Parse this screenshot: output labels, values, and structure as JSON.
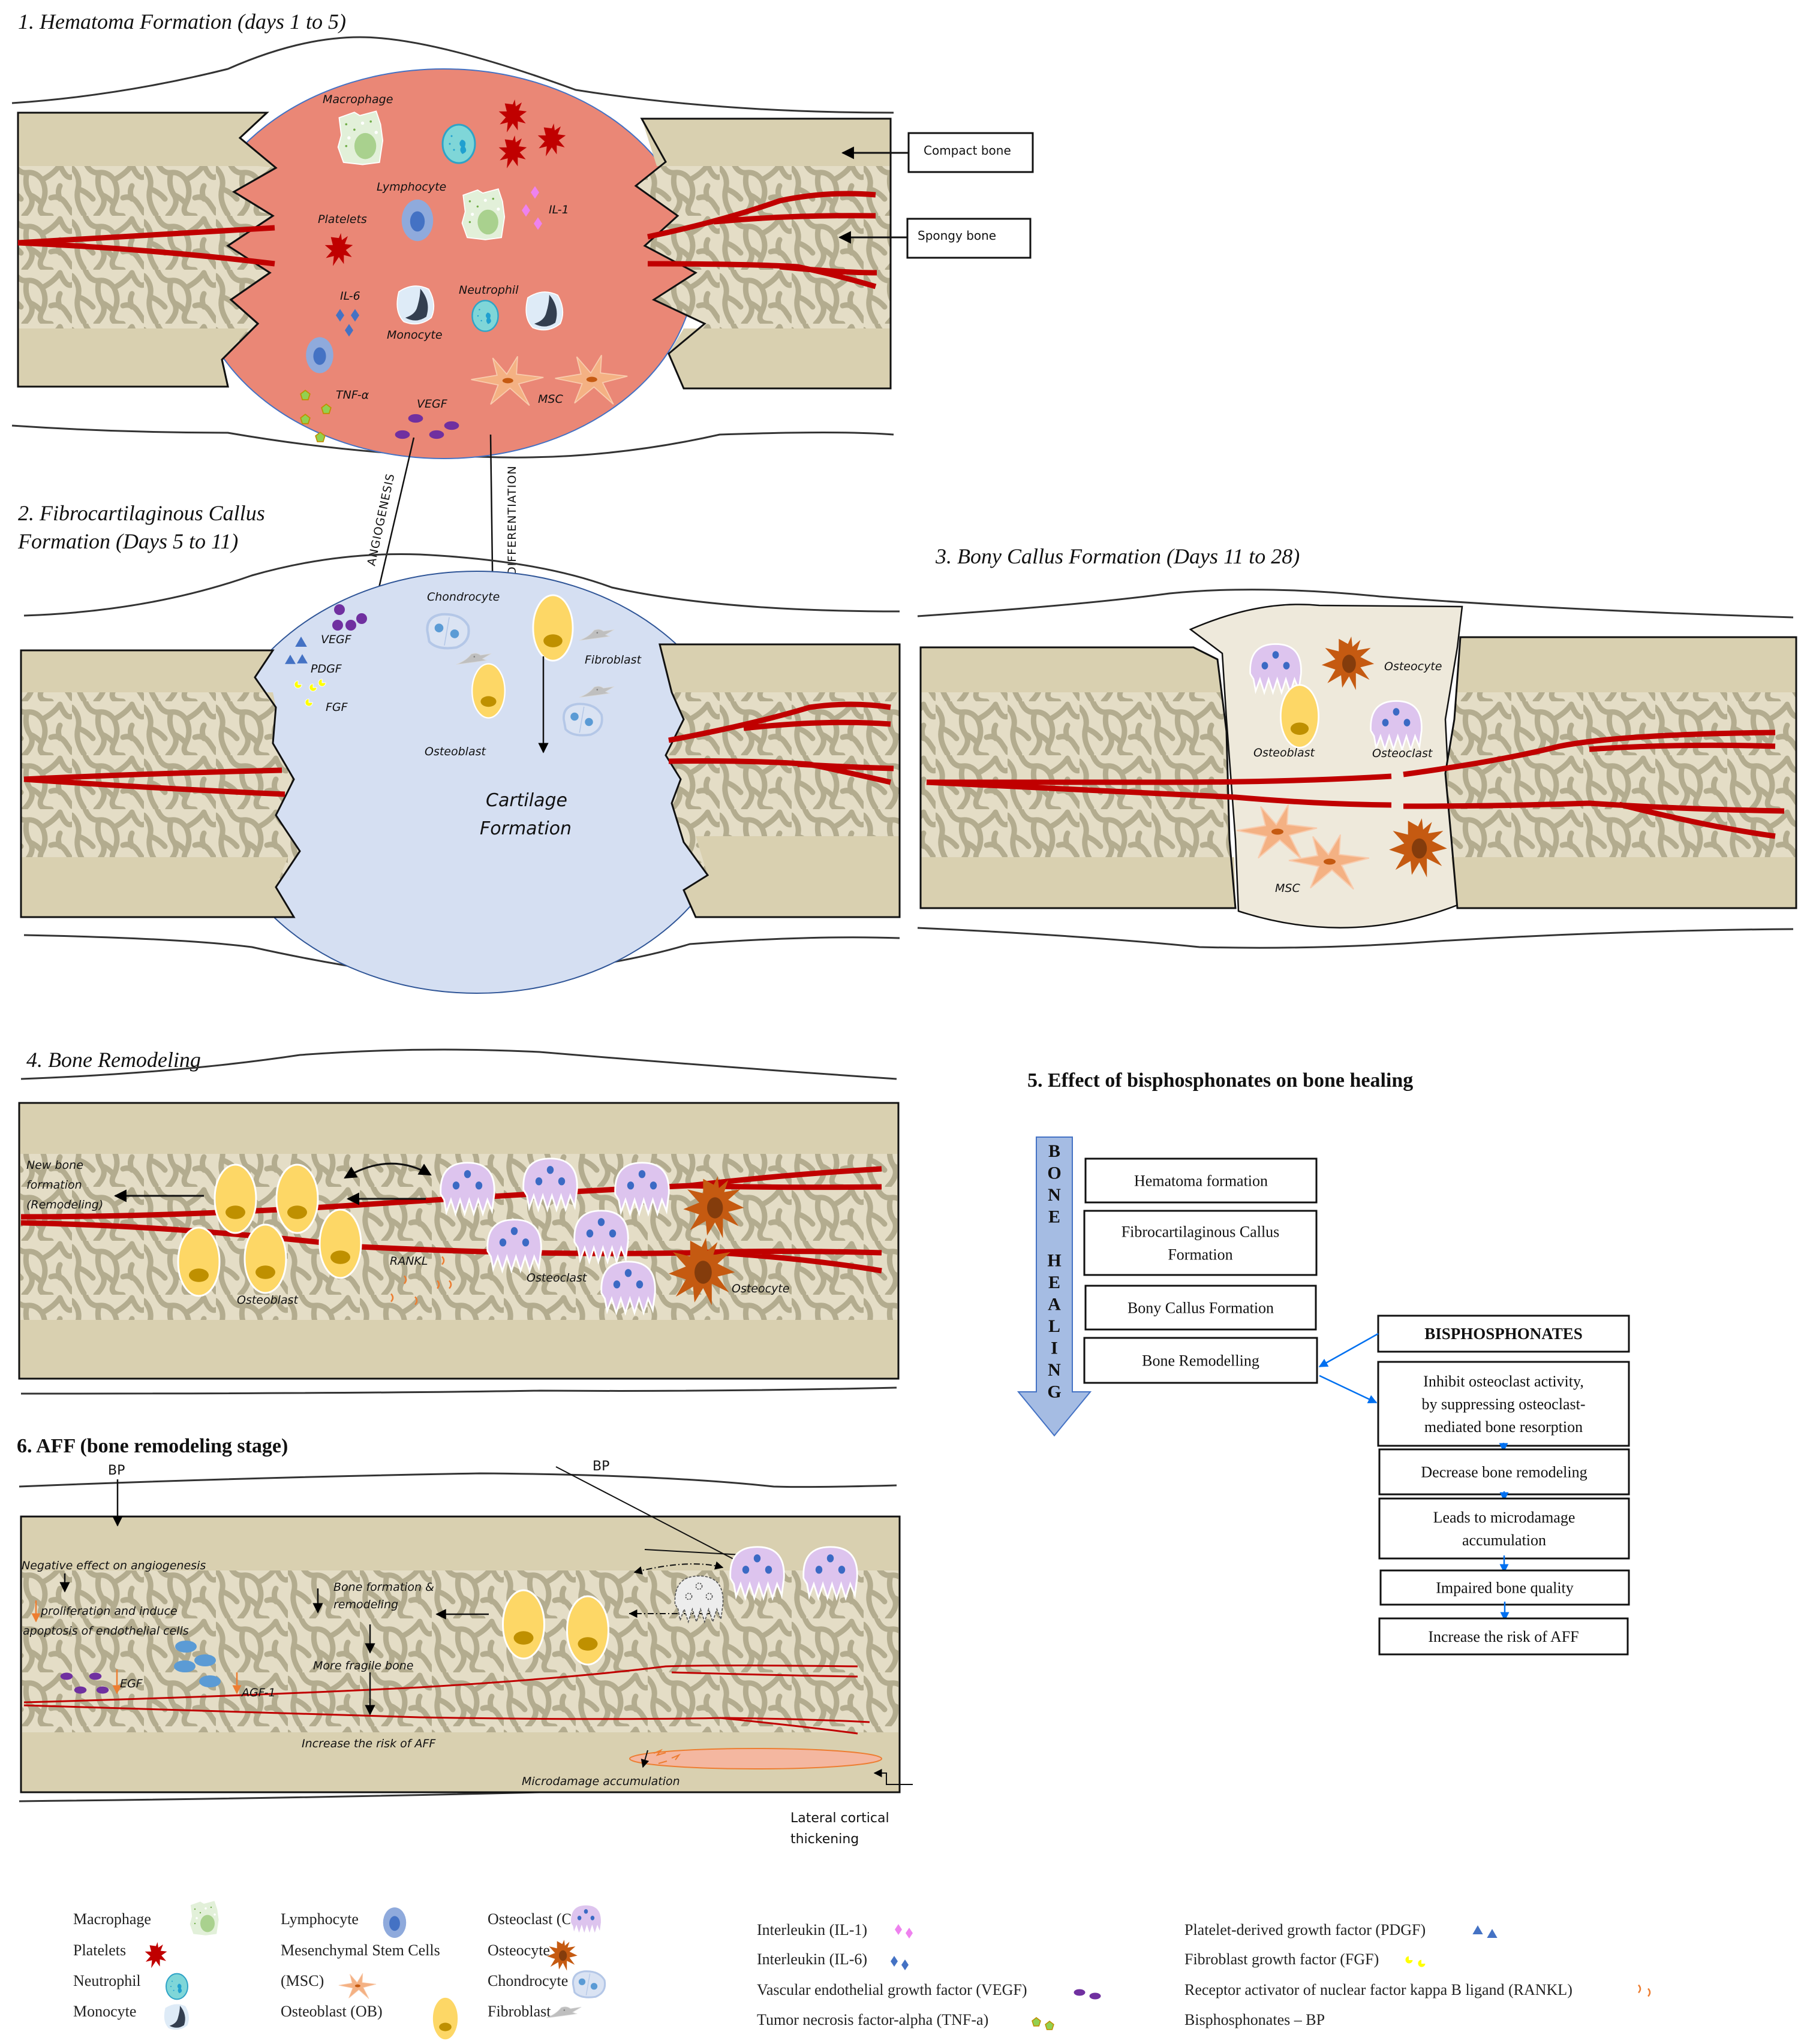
{
  "colors": {
    "compact_bone": "#D9D0B0",
    "spongy_bg": "#E4DDC6",
    "trabecula": "#B3AC8F",
    "vessel": "#C00000",
    "hematoma": "#EA8776",
    "fibro_callus": "#D5DFF2",
    "bony_callus": "#EEE9DB",
    "osteoblast": "#FDD766",
    "osteoblast_nucleus": "#BF9000",
    "osteoclast": "#DDC4EE",
    "osteoclast_nucleus": "#3B6AC4",
    "osteocyte": "#C55A11",
    "msc": "#F4B183",
    "flow_arrow": "#0070F0",
    "bone_healing_arrow": "#A5BCE3"
  },
  "panel1": {
    "title": "1. Hematoma Formation (days 1 to 5)",
    "labels": {
      "macrophage": "Macrophage",
      "lymphocyte": "Lymphocyte",
      "platelets": "Platelets",
      "il1": "IL-1",
      "il6": "IL-6",
      "neutrophil": "Neutrophil",
      "monocyte": "Monocyte",
      "tnf": "TNF-α",
      "vegf": "VEGF",
      "msc": "MSC"
    },
    "callouts": {
      "compact": "Compact bone",
      "spongy": "Spongy bone"
    }
  },
  "connectors": {
    "angiogenesis": "ANGIOGENESIS",
    "differentiation": "DIFFERENTIATION"
  },
  "panel2": {
    "title_line1": "2. Fibrocartilaginous Callus",
    "title_line2": "Formation (Days 5 to 11)",
    "labels": {
      "vegf": "VEGF",
      "pdgf": "PDGF",
      "fgf": "FGF",
      "chondrocyte": "Chondrocyte",
      "fibroblast": "Fibroblast",
      "osteoblast": "Osteoblast",
      "cartilage1": "Cartilage",
      "cartilage2": "Formation"
    }
  },
  "panel3": {
    "title": "3. Bony Callus Formation (Days 11 to 28)",
    "labels": {
      "osteocyte": "Osteocyte",
      "osteoblast": "Osteoblast",
      "osteoclast": "Osteoclast",
      "msc": "MSC"
    }
  },
  "panel4": {
    "title": "4. Bone Remodeling",
    "labels": {
      "newbone1": "New bone",
      "newbone2": "formation",
      "newbone3": "(Remodeling)",
      "osteoblast": "Osteoblast",
      "rankl": "RANKL",
      "osteoclast": "Osteoclast",
      "osteocyte": "Osteocyte"
    }
  },
  "panel5": {
    "title": "5. Effect of bisphosphonates on bone healing",
    "bone_healing_letters": [
      "B",
      "O",
      "N",
      "E",
      "",
      "H",
      "E",
      "A",
      "L",
      "I",
      "N",
      "G"
    ],
    "stages": [
      {
        "lines": [
          "Hematoma formation"
        ]
      },
      {
        "lines": [
          "Fibrocartilaginous Callus",
          "Formation"
        ]
      },
      {
        "lines": [
          "Bony Callus Formation"
        ]
      },
      {
        "lines": [
          "Bone Remodelling"
        ]
      }
    ],
    "bp_header": "BISPHOSPHONATES",
    "effects": [
      {
        "lines": [
          "Inhibit osteoclast activity,",
          "by suppressing osteoclast-",
          "mediated bone resorption"
        ]
      },
      {
        "lines": [
          "Decrease bone remodeling"
        ]
      },
      {
        "lines": [
          "Leads to microdamage",
          "accumulation"
        ]
      },
      {
        "lines": [
          "Impaired bone quality"
        ]
      },
      {
        "lines": [
          "Increase the risk of AFF"
        ]
      }
    ]
  },
  "panel6": {
    "title": "6. AFF (bone remodeling stage)",
    "bp_left": "BP",
    "bp_right": "BP",
    "labels": {
      "neg_angio": "Negative effect on angiogenesis",
      "prolif1": "proliferation and induce",
      "prolif2": "apoptosis of endothelial cells",
      "egf": "EGF",
      "agf": "AGF-1",
      "boneform1": "Bone formation &",
      "boneform2": "remodeling",
      "fragile": "More fragile bone",
      "risk": "Increase the risk of AFF",
      "microdamage": "Microdamage accumulation",
      "lateral1": "Lateral cortical",
      "lateral2": "thickening"
    }
  },
  "legend_cells": [
    {
      "label": "Macrophage",
      "icon": "macrophage"
    },
    {
      "label": "Platelets",
      "icon": "platelet"
    },
    {
      "label": "Neutrophil",
      "icon": "neutrophil"
    },
    {
      "label": "Monocyte",
      "icon": "monocyte"
    },
    {
      "label": "Lymphocyte",
      "icon": "lymphocyte"
    },
    {
      "label": "Mesenchymal Stem Cells",
      "icon": ""
    },
    {
      "label": "(MSC)",
      "icon": "msc"
    },
    {
      "label": "Osteoblast (OB)",
      "icon": "osteoblast"
    },
    {
      "label": "Osteoclast (OC)",
      "icon": "osteoclast"
    },
    {
      "label": "Osteocyte",
      "icon": "osteocyte"
    },
    {
      "label": "Chondrocyte",
      "icon": "chondrocyte"
    },
    {
      "label": "Fibroblast",
      "icon": "fibroblast"
    }
  ],
  "legend_factors": [
    {
      "label": "Interleukin (IL-1)",
      "icon": "il1"
    },
    {
      "label": "Interleukin (IL-6)",
      "icon": "il6"
    },
    {
      "label": "Vascular endothelial growth factor (VEGF)",
      "icon": "vegf"
    },
    {
      "label": "Tumor necrosis factor-alpha (TNF-a)",
      "icon": "tnf"
    },
    {
      "label": "Platelet-derived growth factor (PDGF)",
      "icon": "pdgf"
    },
    {
      "label": "Fibroblast growth factor (FGF)",
      "icon": "fgf"
    },
    {
      "label": "Receptor activator of nuclear factor kappa B ligand (RANKL)",
      "icon": "rankl"
    },
    {
      "label": "Bisphosphonates – BP",
      "icon": ""
    }
  ]
}
